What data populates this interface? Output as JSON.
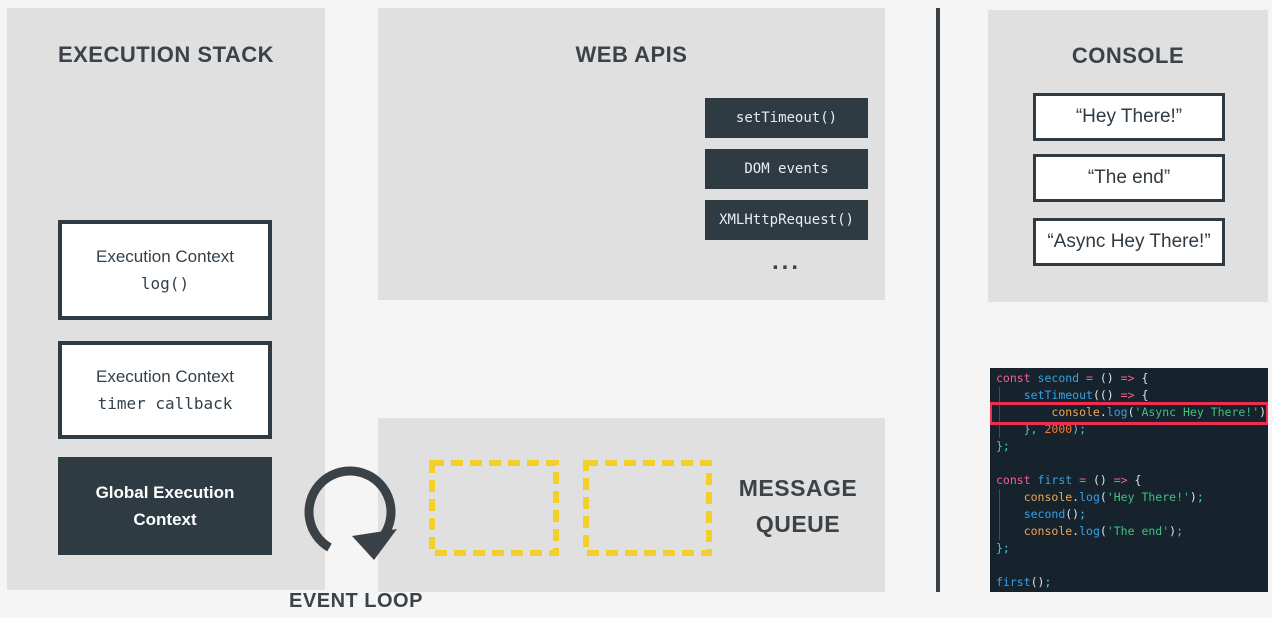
{
  "colors": {
    "panel_gray": "#e0e0e0",
    "slate_dark": "#2e3b43",
    "title_text": "#3c4348",
    "queue_yellow": "#f2cf2b",
    "highlight_red": "#ee2d50",
    "code_background": "#16232c"
  },
  "execution_stack": {
    "title": "EXECUTION STACK",
    "frames": [
      {
        "line1": "Execution Context",
        "line2": "log()",
        "variant": "light"
      },
      {
        "line1": "Execution Context",
        "line2": "timer callback",
        "variant": "light"
      },
      {
        "line1": "Global Execution",
        "line2": "Context",
        "variant": "dark"
      }
    ]
  },
  "web_apis": {
    "title": "WEB APIS",
    "apis": [
      {
        "label": "setTimeout()"
      },
      {
        "label": "DOM events"
      },
      {
        "label": "XMLHttpRequest()"
      }
    ],
    "ellipsis": "..."
  },
  "message_queue": {
    "label_line1": "MESSAGE",
    "label_line2": "QUEUE",
    "empty_slots": 2
  },
  "event_loop": {
    "label": "EVENT LOOP"
  },
  "console": {
    "title": "CONSOLE",
    "messages": [
      {
        "text": "“Hey There!”"
      },
      {
        "text": "“The end”"
      },
      {
        "text": "“Async Hey There!”"
      }
    ]
  },
  "code": {
    "highlighted_line": 3,
    "lines": [
      [
        [
          "kw",
          "const "
        ],
        [
          "fn",
          "second"
        ],
        [
          "op",
          " = "
        ],
        [
          "pn",
          "()"
        ],
        [
          "op",
          " => "
        ],
        [
          "pn",
          "{"
        ]
      ],
      [
        [
          "pl",
          "    "
        ],
        [
          "fn",
          "setTimeout"
        ],
        [
          "pn",
          "(()"
        ],
        [
          "op",
          " => "
        ],
        [
          "pn",
          "{"
        ]
      ],
      [
        [
          "pl",
          "        "
        ],
        [
          "obj",
          "console"
        ],
        [
          "pn",
          "."
        ],
        [
          "fn",
          "log"
        ],
        [
          "pn",
          "("
        ],
        [
          "str",
          "'Async Hey There!'"
        ],
        [
          "pn",
          ")"
        ],
        [
          "cy",
          ";"
        ]
      ],
      [
        [
          "pl",
          "    "
        ],
        [
          "cy",
          "}, "
        ],
        [
          "num",
          "2000"
        ],
        [
          "cy",
          ");"
        ]
      ],
      [
        [
          "cy",
          "};"
        ]
      ],
      [],
      [
        [
          "kw",
          "const "
        ],
        [
          "fn",
          "first"
        ],
        [
          "op",
          " = "
        ],
        [
          "pn",
          "()"
        ],
        [
          "op",
          " => "
        ],
        [
          "pn",
          "{"
        ]
      ],
      [
        [
          "pl",
          "    "
        ],
        [
          "obj",
          "console"
        ],
        [
          "pn",
          "."
        ],
        [
          "fn",
          "log"
        ],
        [
          "pn",
          "("
        ],
        [
          "str",
          "'Hey There!'"
        ],
        [
          "pn",
          ")"
        ],
        [
          "cy",
          ";"
        ]
      ],
      [
        [
          "pl",
          "    "
        ],
        [
          "fn",
          "second"
        ],
        [
          "pn",
          "()"
        ],
        [
          "cy",
          ";"
        ]
      ],
      [
        [
          "pl",
          "    "
        ],
        [
          "obj",
          "console"
        ],
        [
          "pn",
          "."
        ],
        [
          "fn",
          "log"
        ],
        [
          "pn",
          "("
        ],
        [
          "str",
          "'The end'"
        ],
        [
          "pn",
          ")"
        ],
        [
          "cy",
          ";"
        ]
      ],
      [
        [
          "cy",
          "};"
        ]
      ],
      [],
      [
        [
          "fn",
          "first"
        ],
        [
          "pn",
          "()"
        ],
        [
          "cy",
          ";"
        ]
      ]
    ]
  }
}
